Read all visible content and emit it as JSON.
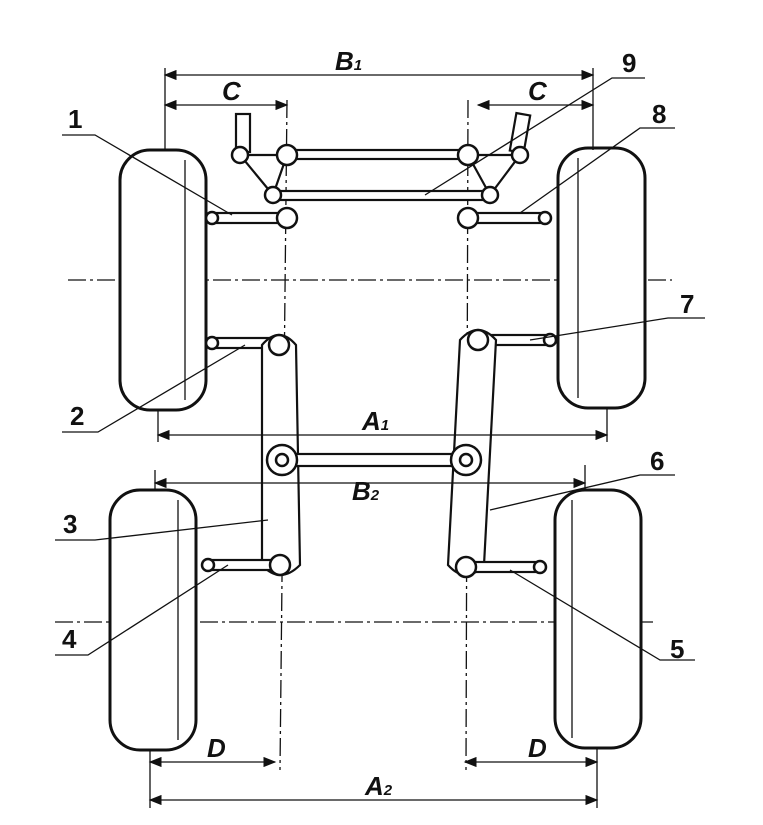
{
  "title": "Steering linkage layout for four-wheel steering",
  "dimensions": {
    "B1": "B",
    "B1_sub": "1",
    "B2": "B",
    "B2_sub": "2",
    "A1": "A",
    "A1_sub": "1",
    "A2": "A",
    "A2_sub": "2",
    "C_left": "C",
    "C_right": "C",
    "D_left": "D",
    "D_right": "D"
  },
  "part_numbers": [
    "1",
    "2",
    "3",
    "4",
    "5",
    "6",
    "7",
    "8",
    "9"
  ]
}
